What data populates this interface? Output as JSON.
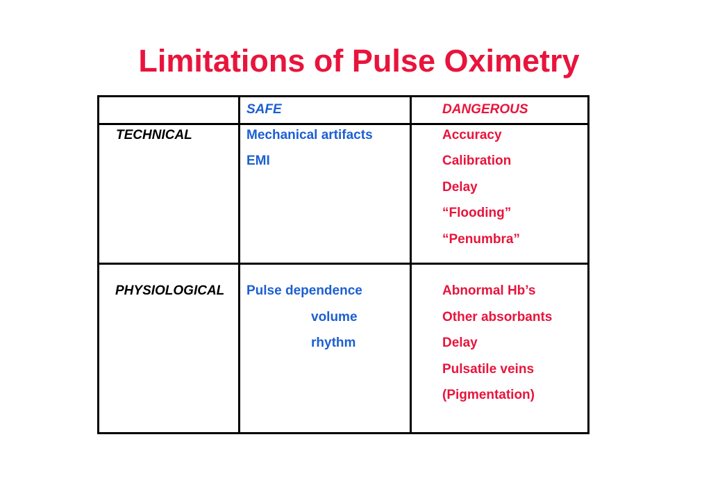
{
  "title": "Limitations of Pulse Oximetry",
  "table": {
    "headers": {
      "safe": "SAFE",
      "dangerous": "DANGEROUS"
    },
    "rows": [
      {
        "label": "TECHNICAL",
        "safe": [
          "Mechanical artifacts",
          "EMI"
        ],
        "dangerous": [
          "Accuracy",
          "Calibration",
          "Delay",
          "“Flooding”",
          "“Penumbra”"
        ]
      },
      {
        "label": "PHYSIOLOGICAL",
        "safe": [
          "Pulse dependence",
          "volume",
          "rhythm"
        ],
        "dangerous": [
          "Abnormal Hb’s",
          "Other absorbants",
          "Delay",
          "Pulsatile veins",
          "(Pigmentation)"
        ]
      }
    ]
  },
  "colors": {
    "red": "#e8143c",
    "blue": "#1c5fd2"
  }
}
